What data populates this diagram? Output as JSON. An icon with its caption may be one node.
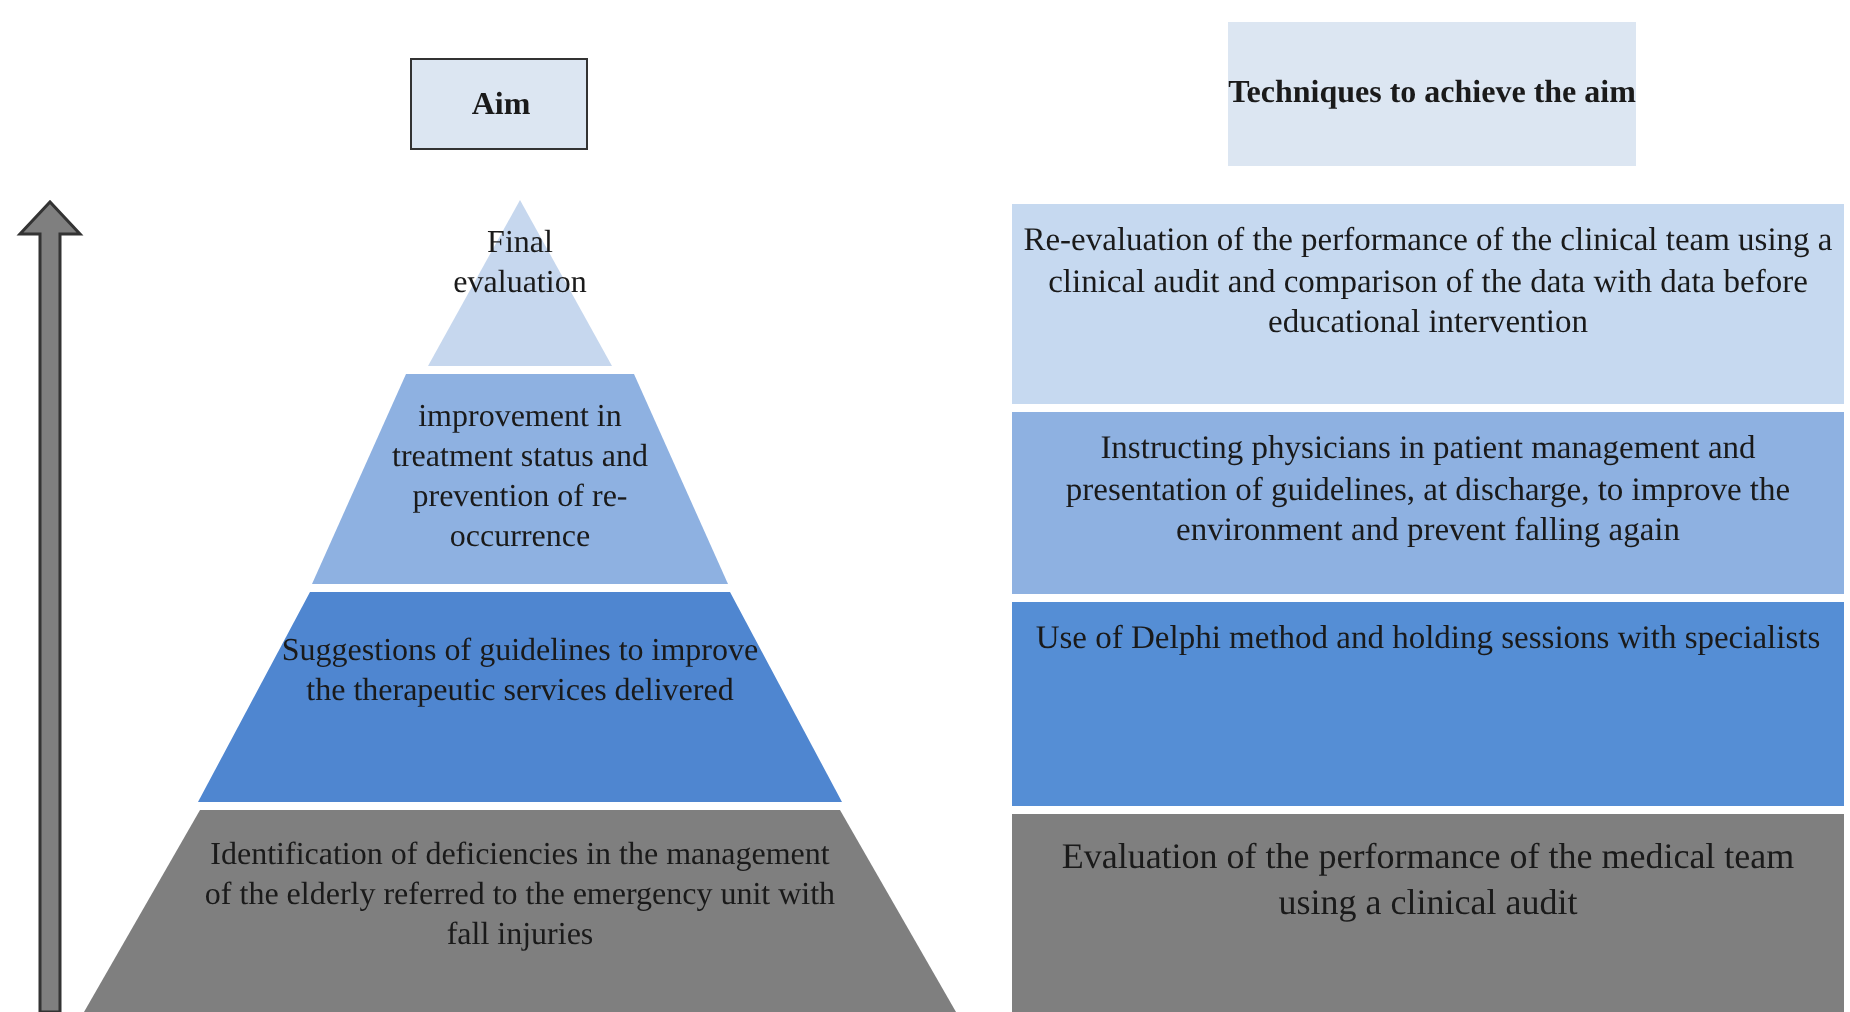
{
  "diagram": {
    "nodes": [
      {
        "text": [
          "Aim"
        ]
      },
      {
        "text": [
          "Final evaluation"
        ]
      },
      {
        "text": [
          "improvement in treatment status and prevention of re-occurrence"
        ]
      },
      {
        "text": [
          "Suggestions of guidelines to improve the therapeutic services delivered"
        ]
      },
      {
        "text": [
          "Identification of deficiencies in the management of the elderly referred to the emergency unit with fall injuries"
        ]
      },
      {
        "text": [
          "Techniques to achieve the aim"
        ]
      },
      {
        "text": [
          "Re-evaluation of the performance of the clinical team using a clinical audit and comparison of the data with data before educational intervention"
        ]
      },
      {
        "text": [
          "Instructing physicians in patient management and presentation of guidelines, at discharge, to improve the environment and prevent falling again"
        ]
      },
      {
        "text": [
          "Use of Delphi method and holding sessions with specialists"
        ]
      },
      {
        "text": [
          "Evaluation of the performance of the medical team using a clinical audit"
        ]
      }
    ]
  }
}
